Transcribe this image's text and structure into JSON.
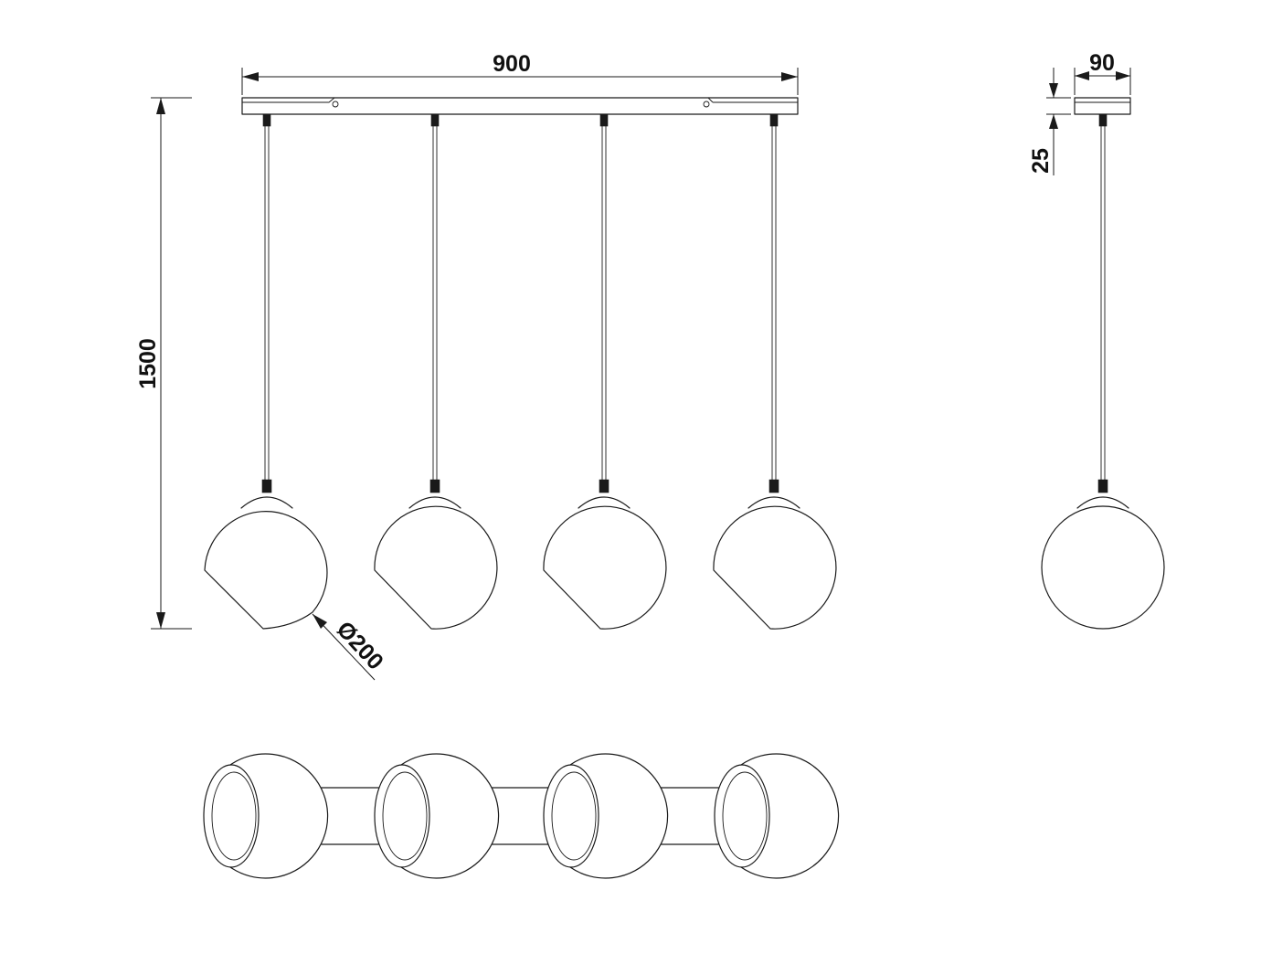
{
  "dimensions": {
    "width": "900",
    "height": "1500",
    "diameter": "Ø200",
    "canopy_depth": "90",
    "canopy_height": "25"
  },
  "colors": {
    "line": "#1a1a1a",
    "background": "#ffffff"
  }
}
